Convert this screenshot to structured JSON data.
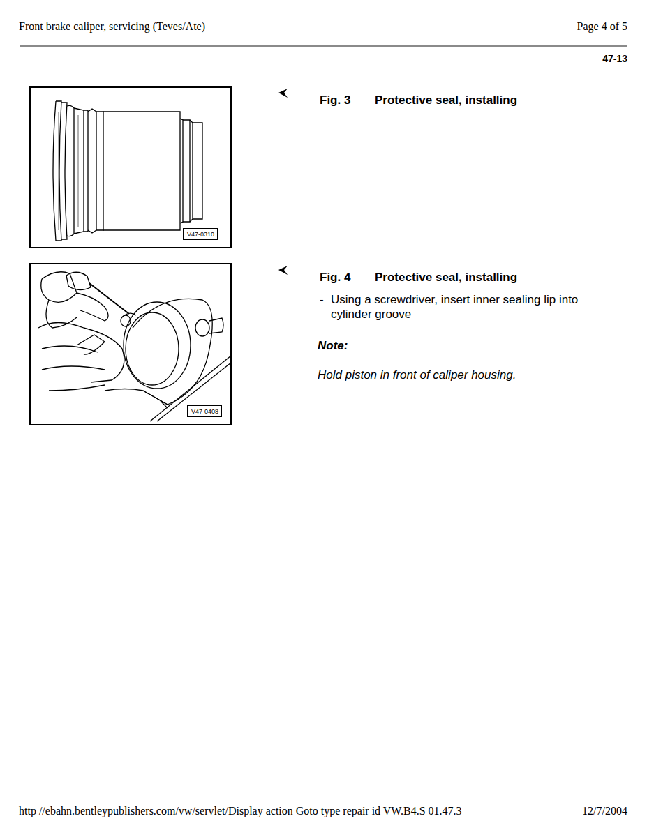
{
  "diagram": {
    "nodes": [
      {
        "text": [
          "V47-0310"
        ]
      },
      {
        "text": [
          "V47-0408"
        ]
      }
    ],
    "labels": [
      "Front brake caliper, servicing (Teves/Ate)",
      "Page 4 of 5",
      "47-13",
      "Fig. 3",
      "Protective seal, installing",
      "Fig. 4",
      "Protective seal, installing",
      "-",
      "Using a screwdriver, insert inner sealing lip into cylinder groove",
      "Note:",
      "Hold piston in front of caliper housing.",
      "http //ebahn.bentleypublishers.com/vw/servlet/Display action Goto type repair id VW.B4.S 01.47.3",
      "12/7/2004"
    ]
  }
}
